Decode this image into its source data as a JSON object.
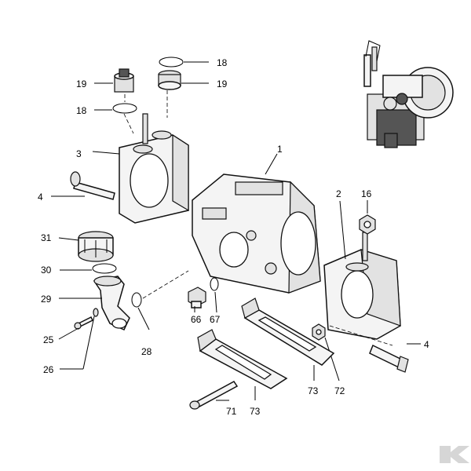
{
  "callouts": {
    "c1": "1",
    "c2": "2",
    "c3": "3",
    "c4a": "4",
    "c4b": "4",
    "c16": "16",
    "c18a": "18",
    "c18b": "18",
    "c19a": "19",
    "c19b": "19",
    "c25": "25",
    "c26": "26",
    "c28": "28",
    "c29": "29",
    "c30": "30",
    "c31": "31",
    "c66": "66",
    "c67": "67",
    "c71": "71",
    "c72": "72",
    "c73a": "73",
    "c73b": "73"
  },
  "colors": {
    "line": "#000000",
    "watermark": "#d6d6d6"
  },
  "icons": {
    "watermark": "k-logo-icon"
  }
}
